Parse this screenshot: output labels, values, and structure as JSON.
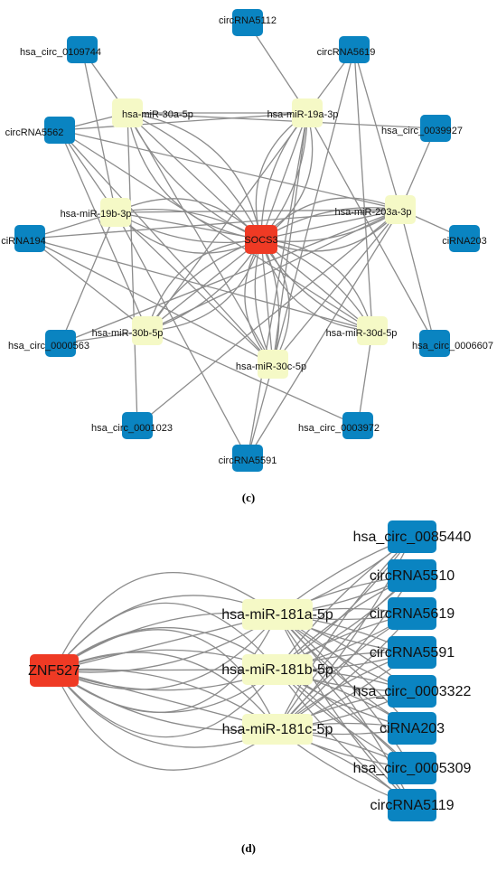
{
  "panels": [
    {
      "label": "(c)",
      "hub": "SOCS3",
      "mirnas": [
        "hsa-miR-30a-5p",
        "hsa-miR-19a-3p",
        "hsa-miR-19b-3p",
        "hsa-miR-203a-3p",
        "hsa-miR-30b-5p",
        "hsa-miR-30d-5p",
        "hsa-miR-30c-5p"
      ],
      "circrnas": [
        "circRNA5112",
        "hsa_circ_0109744",
        "circRNA5619",
        "circRNA5562",
        "hsa_circ_0039927",
        "ciRNA194",
        "ciRNA203",
        "hsa_circ_0000563",
        "hsa_circ_0006607",
        "hsa_circ_0001023",
        "hsa_circ_0003972",
        "circRNA5591"
      ]
    },
    {
      "label": "(d)",
      "hub": "ZNF527",
      "mirnas": [
        "hsa-miR-181a-5p",
        "hsa-miR-181b-5p",
        "hsa-miR-181c-5p"
      ],
      "circrnas": [
        "hsa_circ_0085440",
        "circRNA5510",
        "circRNA5619",
        "circRNA5591",
        "hsa_circ_0003322",
        "ciRNA203",
        "hsa_circ_0005309",
        "circRNA5119"
      ]
    }
  ],
  "colors": {
    "hub": "#ef3a24",
    "mirna": "#f5f9c6",
    "circrna": "#0a84c1",
    "edge": "#8c8c8c"
  }
}
